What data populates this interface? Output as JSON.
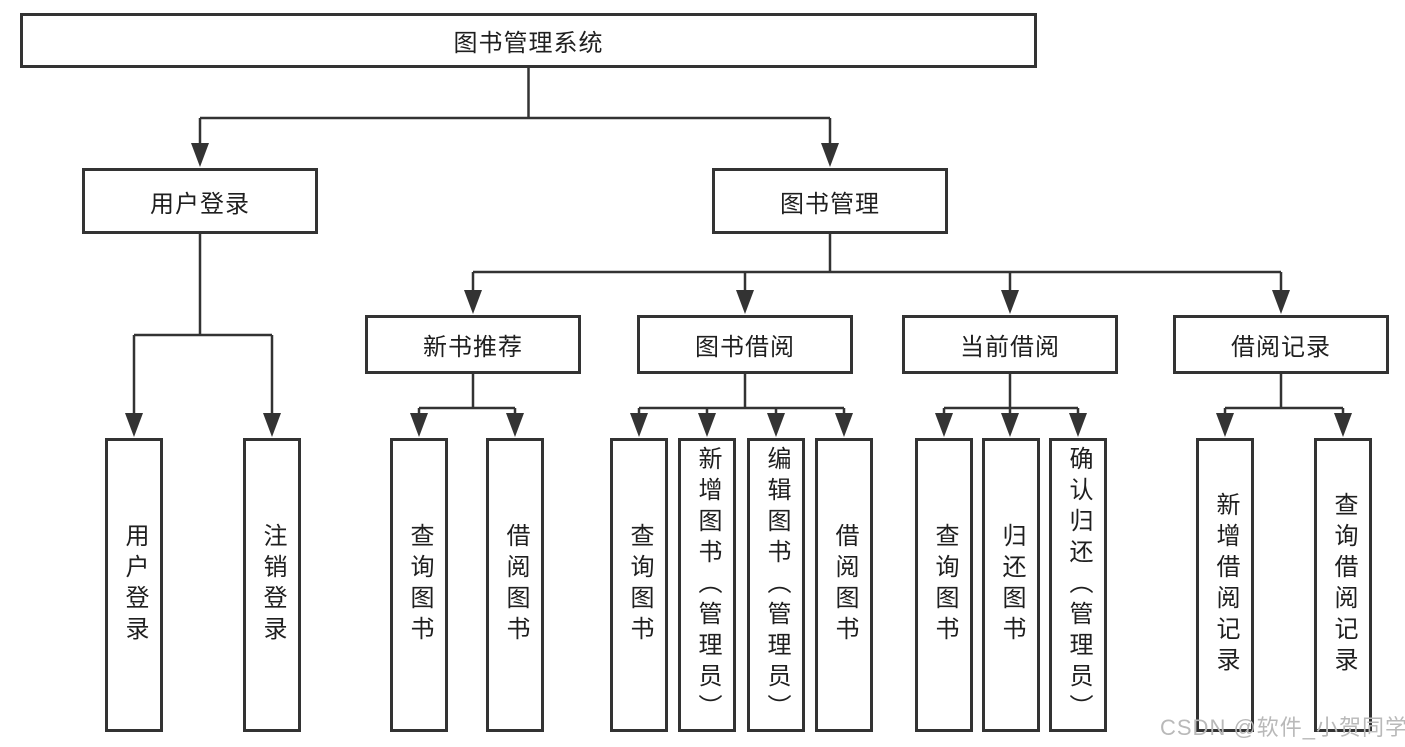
{
  "diagram": {
    "root": "图书管理系统",
    "level2": [
      "用户登录",
      "图书管理"
    ],
    "level3": [
      "新书推荐",
      "图书借阅",
      "当前借阅",
      "借阅记录"
    ],
    "leaves": {
      "user": [
        "用户登录",
        "注销登录"
      ],
      "recommend": [
        "查询图书",
        "借阅图书"
      ],
      "borrow": [
        "查询图书",
        "新增图书（管理员）",
        "编辑图书（管理员）",
        "借阅图书"
      ],
      "current": [
        "查询图书",
        "归还图书",
        "确认归还（管理员）"
      ],
      "records": [
        "新增借阅记录",
        "查询借阅记录"
      ]
    }
  },
  "watermark": "CSDN @软件_小贺同学",
  "colors": {
    "line": "#333333",
    "text": "#1f1f1f",
    "watermark": "#b9b9b9",
    "background": "#ffffff"
  }
}
